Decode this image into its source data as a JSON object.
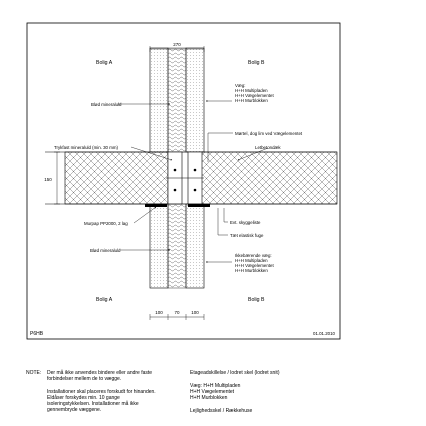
{
  "labels": {
    "room_a_top": "Bolig A",
    "room_b_top": "Bolig B",
    "room_a_bottom": "Bolig A",
    "room_b_bottom": "Bolig B",
    "dim_top": "270",
    "dim_left": "150",
    "dim_bottom": [
      "100",
      "70",
      "100"
    ],
    "wall_upper": [
      "Væg:",
      "H+H Multipladen",
      "H+H Vægelementet",
      "H+H Murblokken"
    ],
    "mineral_upper": "Blød mineraluld",
    "mortar": "Mørtel, dog lim ved Vægelementet",
    "slab": "Letbetondæk",
    "pressure_wool": "Trykfast mineraluld (min. 30 mm)",
    "membrane": "Murpap PP2000, 2 lag",
    "skirting": "Evt. skyggeliste",
    "joint": "Tæt elastisk fuge",
    "mineral_lower": "Blød mineraluld",
    "wall_lower": [
      "Ikkebærende væg:",
      "H+H Multipladen",
      "H+H Vægelementet",
      "H+H Murblokken"
    ],
    "code": "P6HB",
    "date": "01.01.2010"
  },
  "notes": {
    "note_label": "NOTE:",
    "note_p1": "Der må ikke anvendes bindere eller andre faste\nforbindelser mellem de to vægge.",
    "note_p2": "Installationer skal placeres forskudt for hinanden.\nEldåser forskydes min. 10 gange\nisoleringstykkelsen. Installationer må ikke\ngennembryde væggene.",
    "title": "Etageadskillelse / lodret skel (lodret snit)",
    "wall": "Væg: H+H Multipladen\n          H+H Vægelementet\n          H+H Murblokken",
    "usage": "Lejlighedsskel / Rækkehuse"
  }
}
